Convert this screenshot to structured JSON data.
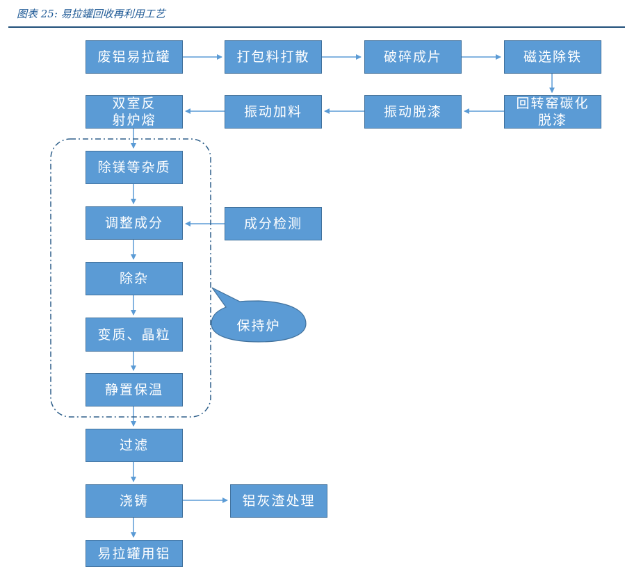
{
  "caption": "图表 25:  易拉罐回收再利用工艺",
  "nodes": {
    "waste_al_can": "废铝易拉罐",
    "pack_scatter": "打包料打散",
    "crush_flake": "破碎成片",
    "magnetic_iron": "磁选除铁",
    "rotary_kiln": "回转窑碳化\n脱漆",
    "vibrate_depaint": "振动脱漆",
    "vibrate_feed": "振动加料",
    "dual_chamber": "双室反\n射炉熔",
    "remove_mg": "除镁等杂质",
    "adjust_comp": "调整成分",
    "comp_detect": "成分检测",
    "remove_impurity": "除杂",
    "modify_grain": "变质、晶粒",
    "hold_warm": "静置保温",
    "filter": "过滤",
    "casting": "浇铸",
    "dross": "铝灰渣处理",
    "can_aluminum": "易拉罐用铝"
  },
  "callout": "保持炉",
  "colors": {
    "box": "#5b9bd5",
    "border": "#41719c",
    "arrow": "#5b9bd5",
    "dash": "#2e5f8a"
  }
}
